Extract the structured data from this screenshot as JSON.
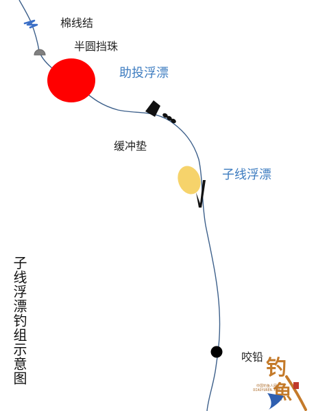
{
  "labels": {
    "cotton_knot": "棉线结",
    "half_bead": "半圆挡珠",
    "cast_float": "助投浮漂",
    "buffer_pad": "缓冲垫",
    "sub_float": "子线浮漂",
    "split_shot": "咬铅",
    "title": "子线浮漂钓组示意图"
  },
  "logo": {
    "site": "DIAOYUREN.COM",
    "tagline": "中国钓鱼人网"
  },
  "colors": {
    "line": "#3c5f8a",
    "cast_float": "#ff0000",
    "sub_float": "#f6d36b",
    "knot": "#3b6fc7",
    "label_blue": "#3d7cc0"
  }
}
